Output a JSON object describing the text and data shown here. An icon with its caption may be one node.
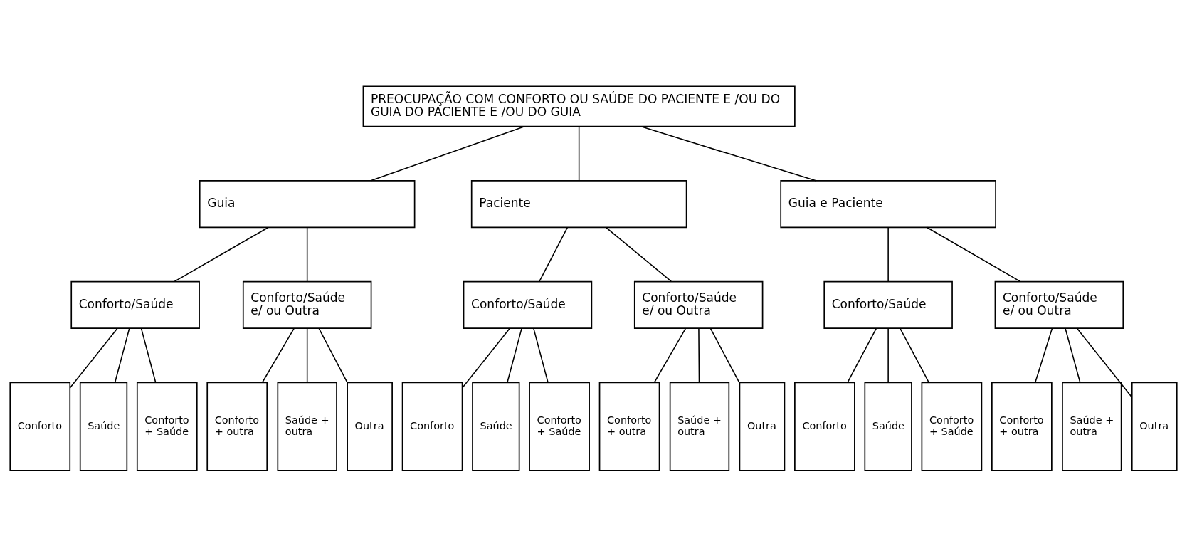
{
  "diagram": {
    "nodes": [
      {
        "text": [
          "PREOCUPAÇÃO COM CONFORTO OU SAÚDE DO PACIENTE E /OU DO GUIA DO PACIENTE E /OU DO GUIA"
        ]
      },
      {
        "text": [
          "Guia"
        ]
      },
      {
        "text": [
          "Paciente"
        ]
      },
      {
        "text": [
          "Guia e Paciente"
        ]
      },
      {
        "text": [
          "Conforto/Saúde"
        ]
      },
      {
        "text": [
          "Conforto/Saúde e/ ou Outra"
        ]
      },
      {
        "text": [
          "Conforto/Saúde"
        ]
      },
      {
        "text": [
          "Conforto/Saúde e/ ou Outra"
        ]
      },
      {
        "text": [
          "Conforto/Saúde"
        ]
      },
      {
        "text": [
          "Conforto/Saúde e/ ou Outra"
        ]
      },
      {
        "text": [
          "Conforto"
        ]
      },
      {
        "text": [
          "Saúde"
        ]
      },
      {
        "text": [
          "Conforto + Saúde"
        ]
      },
      {
        "text": [
          "Conforto + outra"
        ]
      },
      {
        "text": [
          "Saúde + outra"
        ]
      },
      {
        "text": [
          "Outra"
        ]
      },
      {
        "text": [
          "Conforto"
        ]
      },
      {
        "text": [
          "Saúde"
        ]
      },
      {
        "text": [
          "Conforto + Saúde"
        ]
      },
      {
        "text": [
          "Conforto + outra"
        ]
      },
      {
        "text": [
          "Saúde + outra"
        ]
      },
      {
        "text": [
          "Outra"
        ]
      },
      {
        "text": [
          "Conforto"
        ]
      },
      {
        "text": [
          "Saúde"
        ]
      },
      {
        "text": [
          "Conforto + Saúde"
        ]
      },
      {
        "text": [
          "Conforto + outra"
        ]
      },
      {
        "text": [
          "Saúde + outra"
        ]
      },
      {
        "text": [
          "Outra"
        ]
      }
    ],
    "edges": [
      {
        "from": 0,
        "to": 1,
        "arrow": "none"
      },
      {
        "from": 0,
        "to": 2,
        "arrow": "none"
      },
      {
        "from": 0,
        "to": 3,
        "arrow": "none"
      },
      {
        "from": 1,
        "to": 4,
        "arrow": "none"
      },
      {
        "from": 1,
        "to": 5,
        "arrow": "none"
      },
      {
        "from": 2,
        "to": 6,
        "arrow": "none"
      },
      {
        "from": 2,
        "to": 7,
        "arrow": "none"
      },
      {
        "from": 3,
        "to": 8,
        "arrow": "none"
      },
      {
        "from": 3,
        "to": 9,
        "arrow": "none"
      },
      {
        "from": 4,
        "to": 10,
        "arrow": "none"
      },
      {
        "from": 4,
        "to": 11,
        "arrow": "none"
      },
      {
        "from": 4,
        "to": 12,
        "arrow": "none"
      },
      {
        "from": 5,
        "to": 13,
        "arrow": "none"
      },
      {
        "from": 5,
        "to": 14,
        "arrow": "none"
      },
      {
        "from": 5,
        "to": 15,
        "arrow": "none"
      },
      {
        "from": 6,
        "to": 16,
        "arrow": "none"
      },
      {
        "from": 6,
        "to": 17,
        "arrow": "none"
      },
      {
        "from": 6,
        "to": 18,
        "arrow": "none"
      },
      {
        "from": 7,
        "to": 19,
        "arrow": "none"
      },
      {
        "from": 7,
        "to": 20,
        "arrow": "none"
      },
      {
        "from": 7,
        "to": 21,
        "arrow": "none"
      },
      {
        "from": 8,
        "to": 22,
        "arrow": "none"
      },
      {
        "from": 8,
        "to": 23,
        "arrow": "none"
      },
      {
        "from": 8,
        "to": 24,
        "arrow": "none"
      },
      {
        "from": 9,
        "to": 25,
        "arrow": "none"
      },
      {
        "from": 9,
        "to": 26,
        "arrow": "none"
      },
      {
        "from": 9,
        "to": 27,
        "arrow": "none"
      }
    ]
  }
}
